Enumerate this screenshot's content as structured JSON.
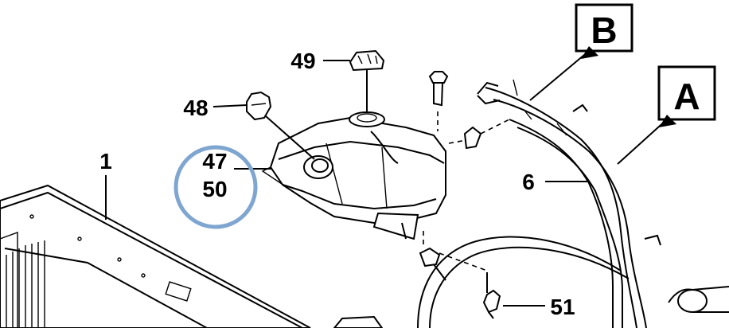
{
  "callouts": {
    "c1": "1",
    "c6": "6",
    "c47": "47",
    "c48": "48",
    "c49": "49",
    "c50": "50",
    "c51": "51"
  },
  "boxes": {
    "a": "A",
    "b": "B"
  },
  "highlight": {
    "color": "#7fa6d0",
    "encloses": [
      "47",
      "50"
    ]
  }
}
